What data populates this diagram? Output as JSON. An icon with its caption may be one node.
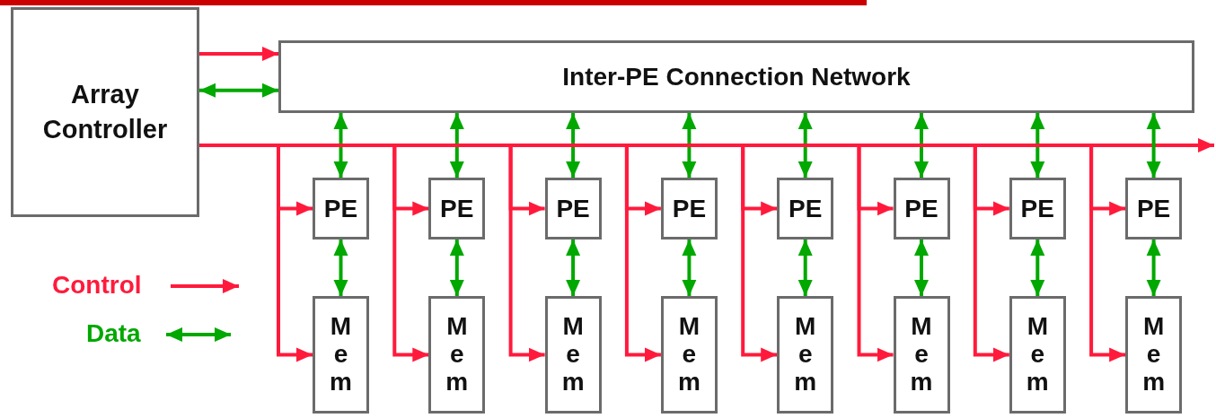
{
  "diagram": {
    "nodes": [
      {
        "text": [
          "Array Controller"
        ]
      },
      {
        "text": [
          "Inter-PE Connection Network"
        ]
      },
      {
        "text": [
          "PE"
        ]
      },
      {
        "text": [
          "PE"
        ]
      },
      {
        "text": [
          "PE"
        ]
      },
      {
        "text": [
          "PE"
        ]
      },
      {
        "text": [
          "PE"
        ]
      },
      {
        "text": [
          "PE"
        ]
      },
      {
        "text": [
          "PE"
        ]
      },
      {
        "text": [
          "PE"
        ]
      },
      {
        "text": [
          "Mem"
        ]
      },
      {
        "text": [
          "Mem"
        ]
      },
      {
        "text": [
          "Mem"
        ]
      },
      {
        "text": [
          "Mem"
        ]
      },
      {
        "text": [
          "Mem"
        ]
      },
      {
        "text": [
          "Mem"
        ]
      },
      {
        "text": [
          "Mem"
        ]
      },
      {
        "text": [
          "Mem"
        ]
      }
    ],
    "edges": [
      {
        "from": 0,
        "to": 1,
        "arrow": "to"
      },
      {
        "from": 0,
        "to": 1,
        "arrow": "both",
        "color": "#00a800"
      },
      {
        "from": 0,
        "to": null,
        "arrow": "to"
      },
      {
        "from": 1,
        "to": 2,
        "arrow": "both",
        "color": "#00a800"
      },
      {
        "from": 2,
        "to": 10,
        "arrow": "both",
        "color": "#00a800"
      },
      {
        "from": 0,
        "to": 2,
        "arrow": "to"
      },
      {
        "from": 0,
        "to": 10,
        "arrow": "to"
      },
      {
        "from": 1,
        "to": 3,
        "arrow": "both",
        "color": "#00a800"
      },
      {
        "from": 3,
        "to": 11,
        "arrow": "both",
        "color": "#00a800"
      },
      {
        "from": 0,
        "to": 3,
        "arrow": "to"
      },
      {
        "from": 0,
        "to": 11,
        "arrow": "to"
      },
      {
        "from": 1,
        "to": 4,
        "arrow": "both",
        "color": "#00a800"
      },
      {
        "from": 4,
        "to": 12,
        "arrow": "both",
        "color": "#00a800"
      },
      {
        "from": 0,
        "to": 4,
        "arrow": "to"
      },
      {
        "from": 0,
        "to": 12,
        "arrow": "to"
      },
      {
        "from": 1,
        "to": 5,
        "arrow": "both",
        "color": "#00a800"
      },
      {
        "from": 5,
        "to": 13,
        "arrow": "both",
        "color": "#00a800"
      },
      {
        "from": 0,
        "to": 5,
        "arrow": "to"
      },
      {
        "from": 0,
        "to": 13,
        "arrow": "to"
      },
      {
        "from": 1,
        "to": 6,
        "arrow": "both",
        "color": "#00a800"
      },
      {
        "from": 6,
        "to": 14,
        "arrow": "both",
        "color": "#00a800"
      },
      {
        "from": 0,
        "to": 6,
        "arrow": "to"
      },
      {
        "from": 0,
        "to": 14,
        "arrow": "to"
      },
      {
        "from": 1,
        "to": 7,
        "arrow": "both",
        "color": "#00a800"
      },
      {
        "from": 7,
        "to": 15,
        "arrow": "both",
        "color": "#00a800"
      },
      {
        "from": 0,
        "to": 7,
        "arrow": "to"
      },
      {
        "from": 0,
        "to": 15,
        "arrow": "to"
      },
      {
        "from": 1,
        "to": 8,
        "arrow": "both",
        "color": "#00a800"
      },
      {
        "from": 8,
        "to": 16,
        "arrow": "both",
        "color": "#00a800"
      },
      {
        "from": 0,
        "to": 8,
        "arrow": "to"
      },
      {
        "from": 0,
        "to": 16,
        "arrow": "to"
      },
      {
        "from": 1,
        "to": 9,
        "arrow": "both",
        "color": "#00a800"
      },
      {
        "from": 9,
        "to": 17,
        "arrow": "both",
        "color": "#00a800"
      },
      {
        "from": 0,
        "to": 9,
        "arrow": "to"
      },
      {
        "from": 0,
        "to": 17,
        "arrow": "to"
      }
    ],
    "legend": [
      {
        "text": "Control"
      },
      {
        "text": "Data"
      }
    ]
  }
}
